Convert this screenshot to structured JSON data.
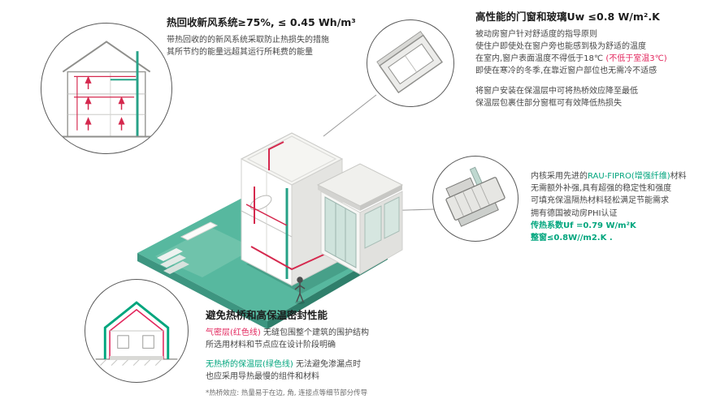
{
  "accents": {
    "red": "#e2255c",
    "green": "#00a57d",
    "teal": "#57b89f"
  },
  "blocks": {
    "heat_recovery": {
      "title": "热回收新风系统≥75%, ≤ 0.45 Wh/m³",
      "line1": "带热回收的的新风系统采取防止热损失的措施",
      "line2": "其所节约的能量远超其运行所耗费的能量"
    },
    "windows": {
      "title": "高性能的门窗和玻璃Uw ≤0.8 W/m².K",
      "line1": "被动房窗户针对舒适度的指导原则",
      "line2": "使住户即使处在窗户旁也能感到极为舒适的温度",
      "line3_prefix": "在室内,窗户表面温度不得低于18℃ ",
      "line3_red": "(不低于室温3℃)",
      "line4": "即使在寒冷的冬季,在靠近窗户部位也无需冷不适感",
      "line5": "将窗户安装在保温层中可将热桥效应降至最低",
      "line6": "保温层包裹住部分窗框可有效降低热损失"
    },
    "frame_profile": {
      "line1_prefix": "内核采用先进的",
      "line1_green": "RAU-FIPRO(增强纤维)",
      "line1_suffix": "材料",
      "line2": "无需额外补强,具有超强的稳定性和强度",
      "line3": "可填充保温隔热材料轻松满足节能需求",
      "line4": "拥有德国被动房PHI认证",
      "line5": "传热系数Uf =0.79 W/m²K",
      "line6": "整窗≤0.8W//m2.K ."
    },
    "thermal_bridge": {
      "title": "避免热桥和高保温密封性能",
      "line1_red": "气密层(红色线)",
      "line1_rest": " 无缝包围整个建筑的围护结构",
      "line2": "所选用材料和节点应在设计阶段明确",
      "line3_green": "无热桥的保温层(绿色线)",
      "line3_rest": " 无法避免渗漏点时",
      "line4": "也应采用导热最慢的组件和材料",
      "footnote": "*热桥效应: 热量易于在边, 角, 连接点等细节部分传导"
    }
  },
  "illustrations": {
    "ventilation_section": "house-cross-section-with-heat-recovery-arrows",
    "window_corner": "window-installation-corner-detail",
    "window_profile": "window-frame-profile-cross-section",
    "airtight_house": "house-section-airtight-red-and-insulation-green-lines",
    "main_house": "isometric-passive-house-cutaway"
  }
}
